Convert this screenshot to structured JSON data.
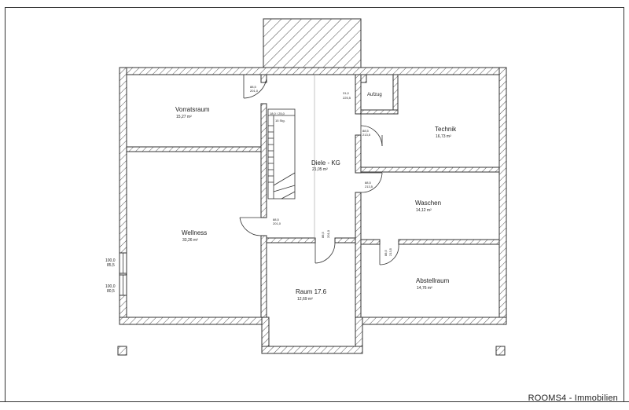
{
  "rooms": [
    {
      "id": "vorratsraum",
      "name": "Vorratsraum",
      "area": "15,27 m²"
    },
    {
      "id": "technik",
      "name": "Technik",
      "area": "16,73 m²"
    },
    {
      "id": "diele",
      "name": "Diele - KG",
      "area": "21,05 m²"
    },
    {
      "id": "waschen",
      "name": "Waschen",
      "area": "14,12 m²"
    },
    {
      "id": "wellness",
      "name": "Wellness",
      "area": "33,26 m²"
    },
    {
      "id": "raum176",
      "name": "Raum 17.6",
      "area": "12,69 m²"
    },
    {
      "id": "abstellraum",
      "name": "Abstellraum",
      "area": "14,76 m²"
    }
  ],
  "labels": {
    "aufzug": "Aufzug",
    "aufzug_dim_1": "31,0",
    "aufzug_dim_2": "225,5",
    "stair_dim": "18,0 / 25,0",
    "stair_steps": "15 Stg.",
    "door_vorrat_1": "88,5",
    "door_vorrat_2": "201,0",
    "door_technik_1": "88,5",
    "door_technik_2": "213,5",
    "door_waschen_1": "88,5",
    "door_waschen_2": "213,5",
    "door_wellness_1": "88,5",
    "door_wellness_2": "201,0",
    "door_raum_1": "88,5",
    "door_raum_2": "201,0",
    "door_abstell_1": "88,5",
    "door_abstell_2": "213,5",
    "window_1_a": "100,0",
    "window_1_b": "85,5",
    "window_2_a": "100,0",
    "window_2_b": "80,5"
  },
  "footer": {
    "brand": "ROOMS4 - Immobilien"
  }
}
